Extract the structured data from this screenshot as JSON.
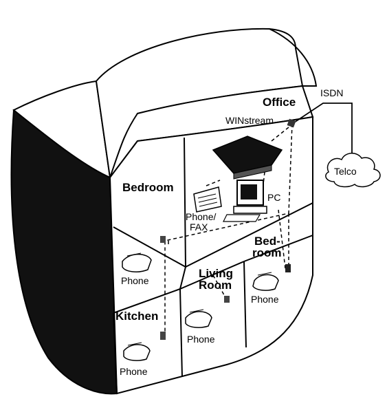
{
  "labels": {
    "isdn": "ISDN",
    "office": "Office",
    "winstream": "WINstream",
    "telco": "Telco",
    "bedroom": "Bedroom",
    "pc": "PC",
    "phone_fax_1": "Phone/",
    "phone_fax_2": "FAX",
    "bedroom2_1": "Bed-",
    "bedroom2_2": "room",
    "living_1": "Living",
    "living_2": "Room",
    "kitchen": "Kitchen",
    "phone_a": "Phone",
    "phone_b": "Phone",
    "phone_c": "Phone",
    "phone_d": "Phone"
  },
  "colors": {
    "ink": "#000000",
    "paper": "#ffffff",
    "shade": "#111111"
  }
}
